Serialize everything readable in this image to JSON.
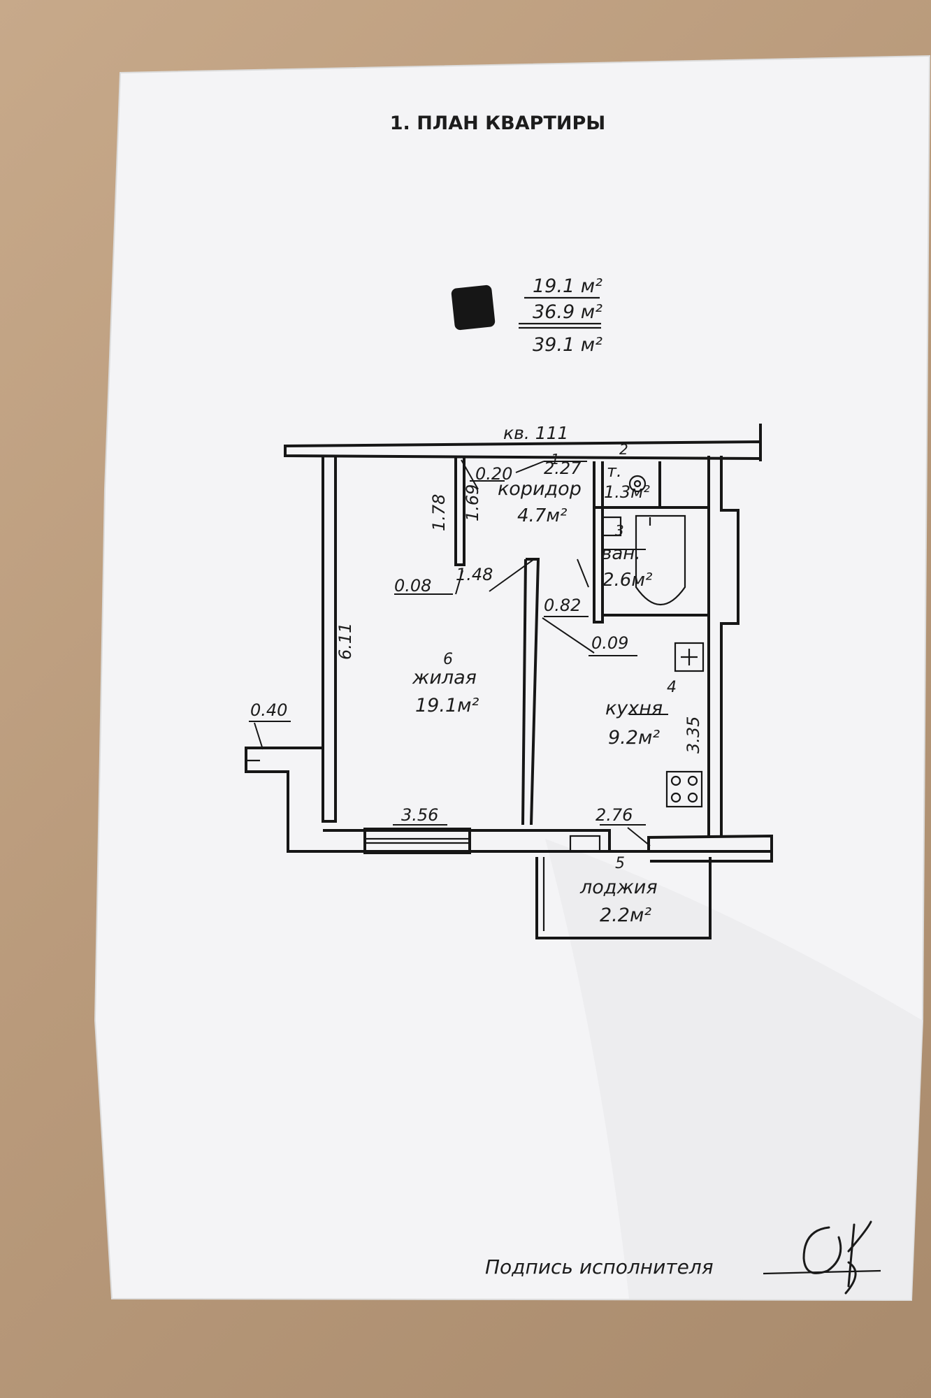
{
  "title": "1. ПЛАН КВАРТИРЫ",
  "areas": {
    "living": "19.1 м²",
    "total": "36.9 м²",
    "total_with_loggia": "39.1 м²"
  },
  "apartment": "кв. 111",
  "rooms": [
    {
      "number": "1",
      "name": "коридор",
      "area": "4.7м²"
    },
    {
      "number": "2",
      "name": "т.",
      "area": "1.3м²"
    },
    {
      "number": "3",
      "name": "ван.",
      "area": "2.6м²"
    },
    {
      "number": "4",
      "name": "кухня",
      "area": "9.2м²"
    },
    {
      "number": "5",
      "name": "лоджия",
      "area": "2.2м²"
    },
    {
      "number": "6",
      "name": "жилая",
      "area": "19.1м²"
    }
  ],
  "dimensions": {
    "d020": "0.20",
    "d227": "2.27",
    "d178": "1.78",
    "d169": "1.69",
    "d008": "0.08",
    "d148": "1.48",
    "d611": "6.11",
    "d040": "0.40",
    "d082": "0.82",
    "d009": "0.09",
    "d335": "3.35",
    "d356": "3.56",
    "d276": "2.76"
  },
  "signature_label": "Подпись исполнителя"
}
